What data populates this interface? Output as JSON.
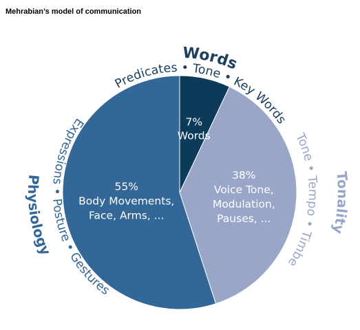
{
  "title": "Mehrabian’s model of communication",
  "chart_data": {
    "type": "pie",
    "title": "Mehrabian’s model of communication",
    "slices": [
      {
        "name": "Words",
        "value": 7,
        "percent_label": "7%",
        "lines": [
          "Words"
        ],
        "color": "#0e3a5a",
        "ring_title": "Words",
        "ring_sub": "Predicates • Tone • Key Words",
        "ring_color": "#1a3f60"
      },
      {
        "name": "Tonality",
        "value": 38,
        "percent_label": "38%",
        "lines": [
          "Voice Tone,",
          "Modulation,",
          "Pauses, ..."
        ],
        "color": "#9aa6c8",
        "ring_title": "Tonality",
        "ring_sub": "Tone • Tempo • Timbe",
        "ring_color": "#9aa6c8"
      },
      {
        "name": "Physiology",
        "value": 55,
        "percent_label": "55%",
        "lines": [
          "Body Movements,",
          "Face, Arms, ..."
        ],
        "color": "#336797",
        "ring_title": "Physiology",
        "ring_sub": "Expressions • Posture • Gestures",
        "ring_color": "#336797"
      }
    ]
  }
}
